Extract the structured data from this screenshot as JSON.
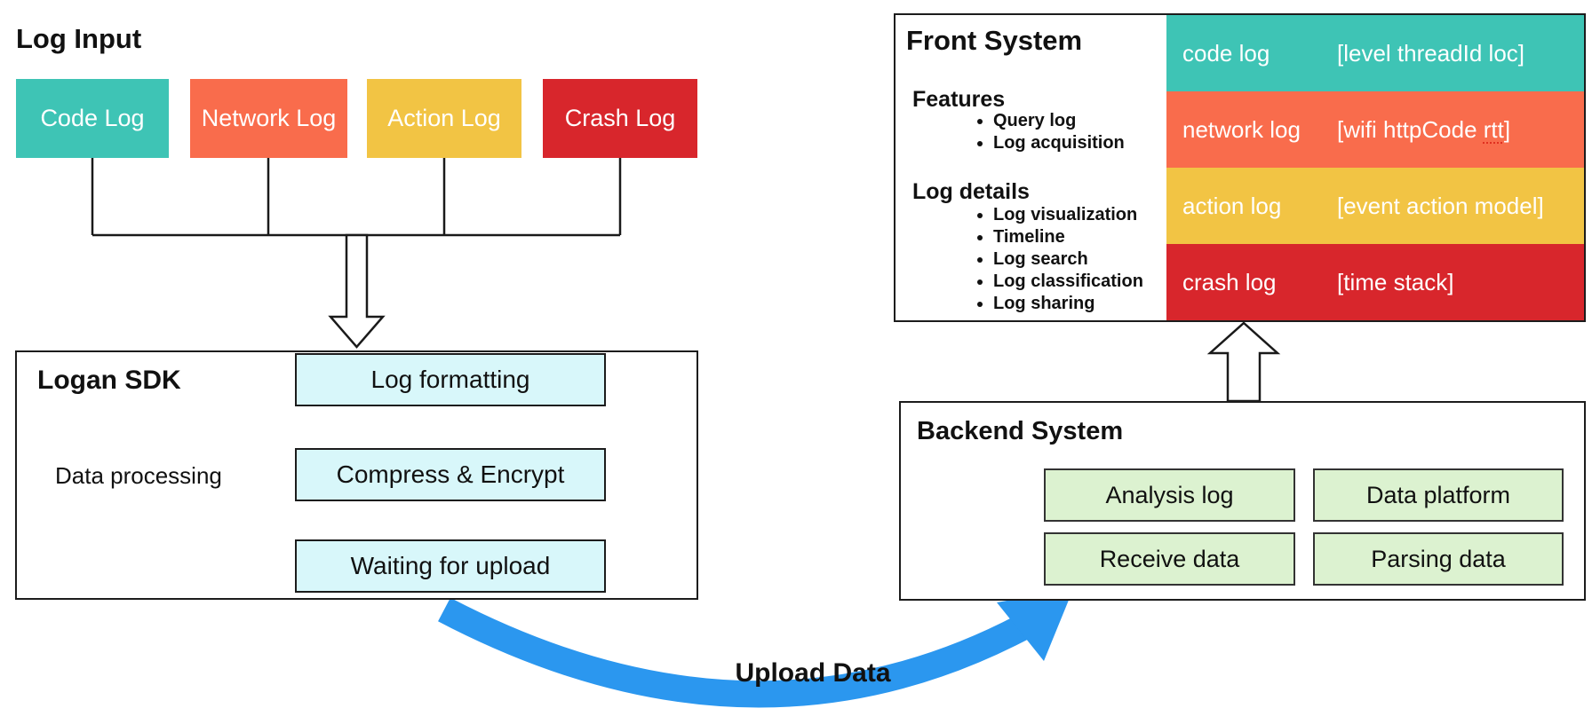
{
  "colors": {
    "teal": "#3EC4B5",
    "orange": "#F96C4C",
    "yellow": "#F2C444",
    "red": "#D8262C",
    "process_fill": "#D8F7FA",
    "green_fill": "#DCF2D0",
    "arrow_blue": "#2B97EF"
  },
  "log_input": {
    "title": "Log Input",
    "boxes": [
      {
        "label": "Code Log",
        "color": "#3EC4B5"
      },
      {
        "label": "Network Log",
        "color": "#F96C4C"
      },
      {
        "label": "Action Log",
        "color": "#F2C444"
      },
      {
        "label": "Crash Log",
        "color": "#D8262C"
      }
    ]
  },
  "logan_sdk": {
    "title": "Logan SDK",
    "side_label": "Data processing",
    "steps": [
      "Log formatting",
      "Compress & Encrypt",
      "Waiting for upload"
    ]
  },
  "upload_arrow": {
    "label": "Upload Data"
  },
  "front_system": {
    "title": "Front System",
    "features": {
      "heading": "Features",
      "items": [
        "Query log",
        "Log acquisition"
      ]
    },
    "log_details": {
      "heading": "Log details",
      "items": [
        "Log visualization",
        "Timeline",
        "Log search",
        "Log classification",
        "Log sharing"
      ]
    },
    "rows": [
      {
        "label": "code log",
        "attrs": "[level threadId loc]",
        "color": "#3EC4B5"
      },
      {
        "label": "network log",
        "attrs_pre": "[wifi httpCode ",
        "attrs_underlined": "rtt",
        "attrs_post": "]",
        "color": "#F96C4C"
      },
      {
        "label": "action log",
        "attrs": "[event action model]",
        "color": "#F2C444"
      },
      {
        "label": "crash log",
        "attrs": "[time stack]",
        "color": "#D8262C"
      }
    ]
  },
  "backend_system": {
    "title": "Backend System",
    "boxes": [
      "Analysis log",
      "Data platform",
      "Receive data",
      "Parsing data"
    ]
  }
}
